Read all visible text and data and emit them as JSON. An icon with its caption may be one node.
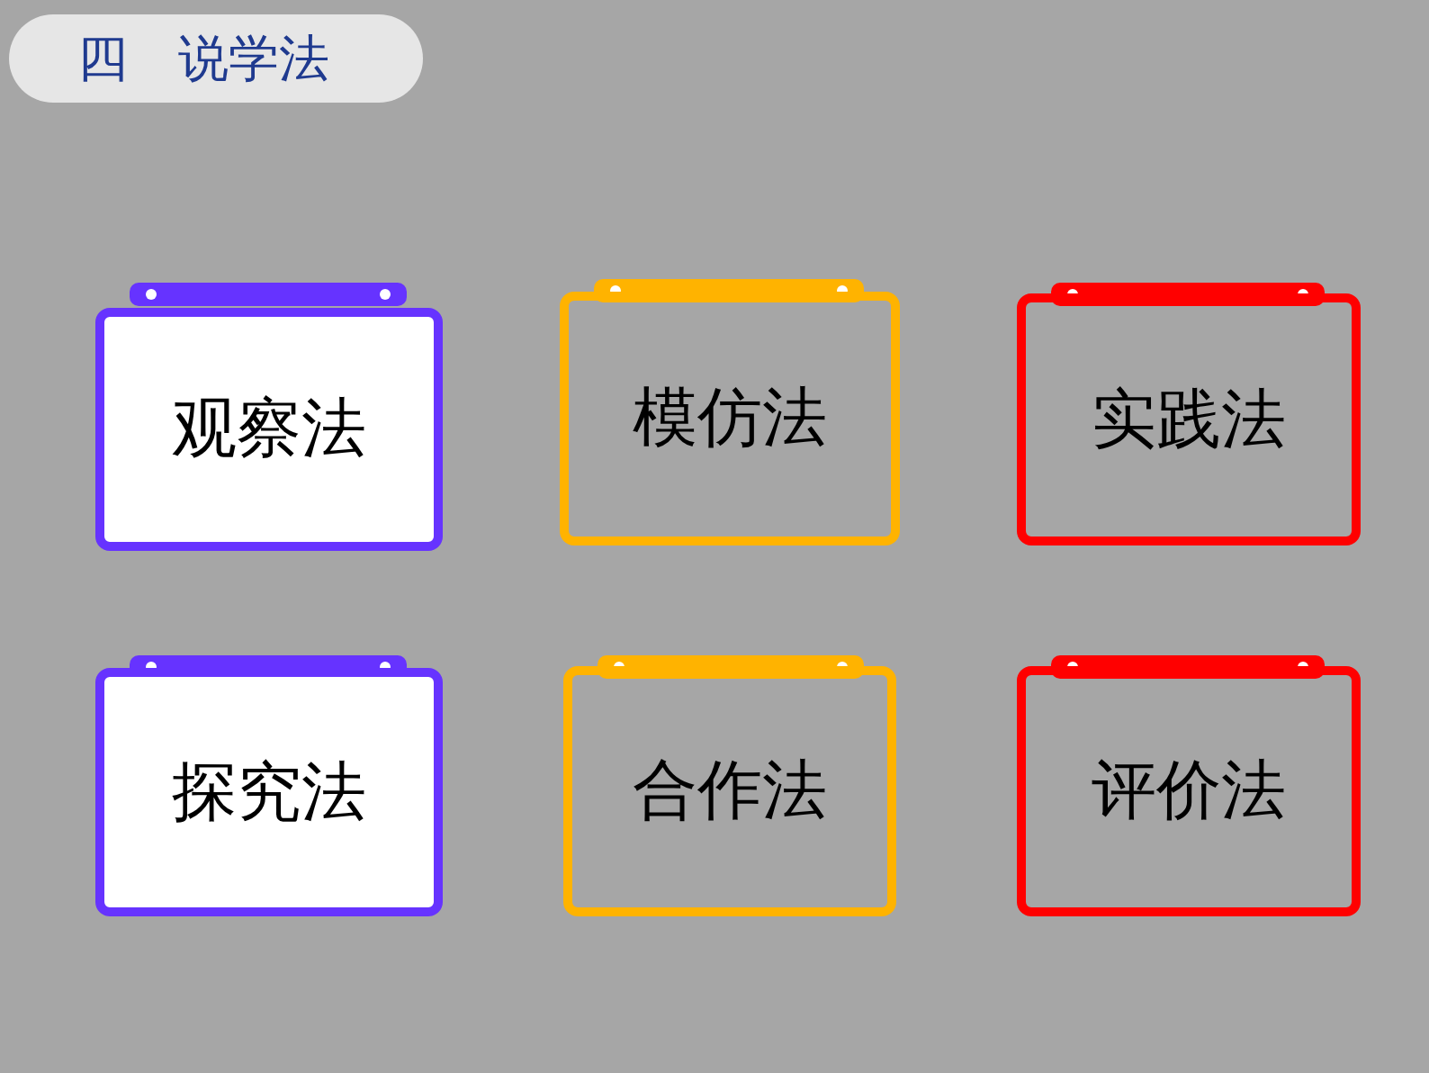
{
  "diagram": {
    "title": "四　说学法",
    "nodes": [
      {
        "text": [
          "观察法"
        ]
      },
      {
        "text": [
          "模仿法"
        ]
      },
      {
        "text": [
          "实践法"
        ]
      },
      {
        "text": [
          "探究法"
        ]
      },
      {
        "text": [
          "合作法"
        ]
      },
      {
        "text": [
          "评价法"
        ]
      }
    ]
  }
}
